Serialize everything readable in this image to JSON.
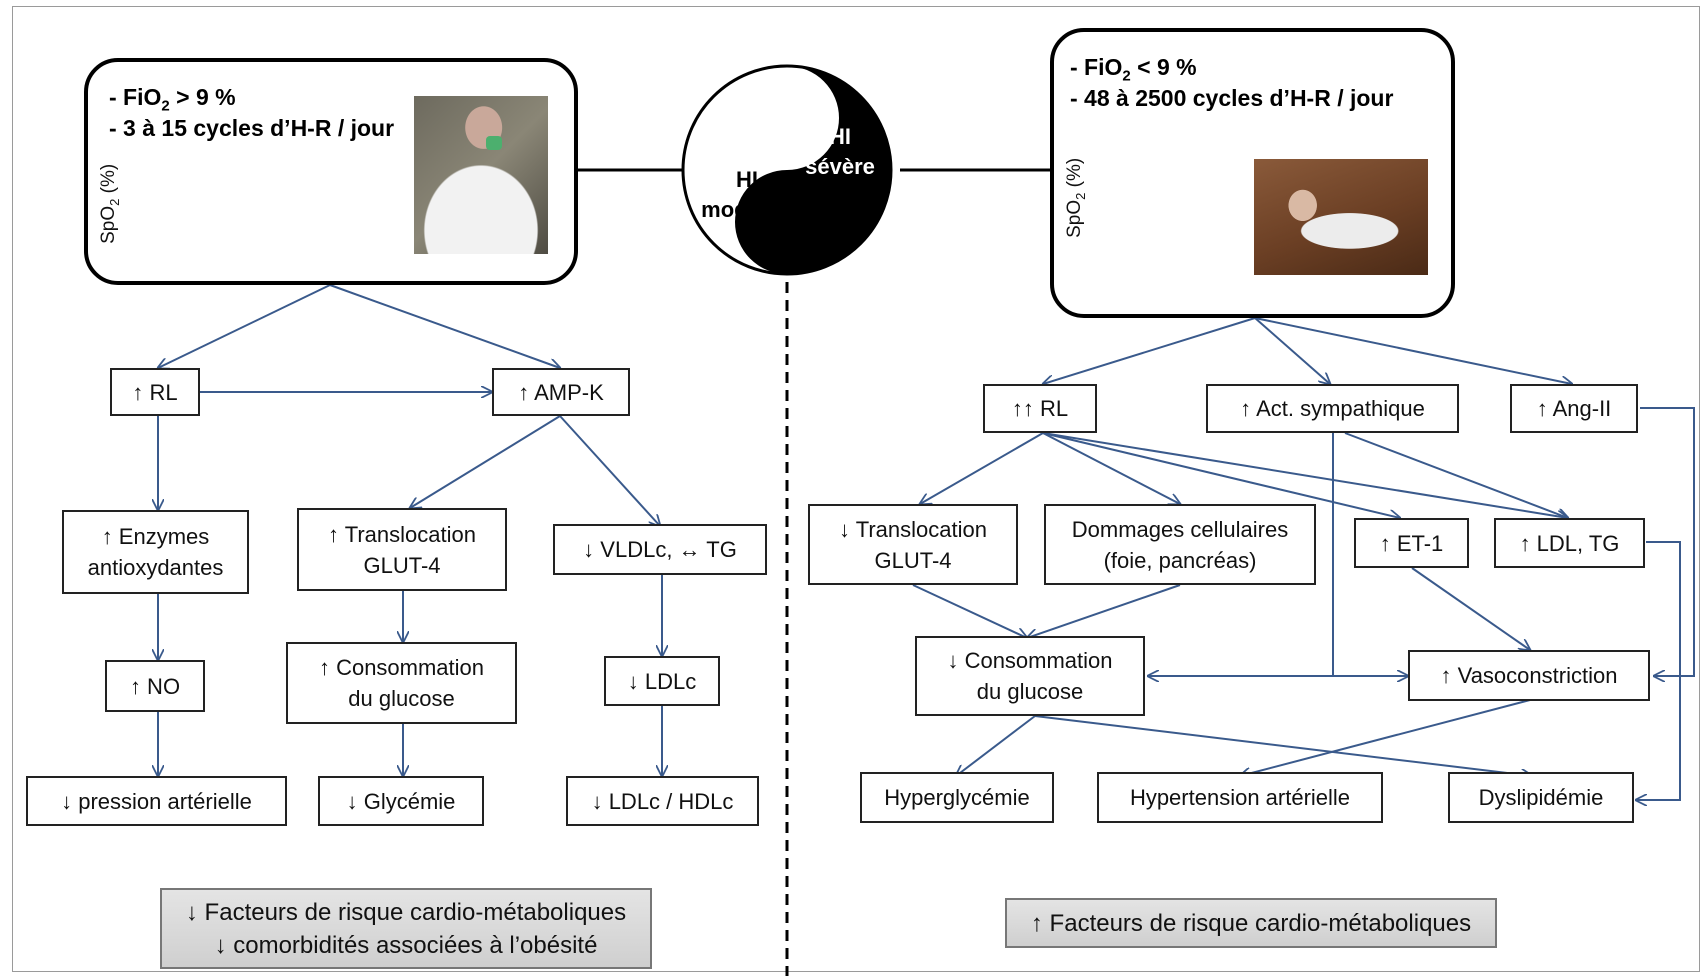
{
  "left_header": {
    "line1": "- FiO",
    "line1_sub": "2",
    "line1_rest": " > 9 %",
    "line2": "- 3 à 15 cycles d’H-R / jour",
    "ylabel": "SpO",
    "ylabel_sub": "2",
    "ylabel_rest": " (%)"
  },
  "right_header": {
    "line1": "- FiO",
    "line1_sub": "2",
    "line1_rest": " < 9 %",
    "line2": "- 48 à 2500 cycles d’H-R / jour",
    "ylabel": "SpO",
    "ylabel_sub": "2",
    "ylabel_rest": " (%)"
  },
  "yinyang": {
    "left_label": "HI\nmodérée",
    "right_label": "HI\nsévère"
  },
  "left_nodes": {
    "rl": "↑ RL",
    "ampk": "↑ AMP-K",
    "enzymes": "↑ Enzymes\nantioxydantes",
    "translocation": "↑ Translocation\nGLUT-4",
    "vldlc": "↓ VLDLc, ↔ TG",
    "no": "↑ NO",
    "consommation": "↑ Consommation\ndu glucose",
    "ldlc": "↓ LDLc",
    "pression": "↓ pression artérielle",
    "glycemie": "↓ Glycémie",
    "ratio": "↓ LDLc / HDLc",
    "summary": "↓ Facteurs de risque cardio-métaboliques\n↓ comorbidités associées à l’obésité"
  },
  "right_nodes": {
    "rl": "↑↑ RL",
    "act": "↑ Act. sympathique",
    "ang": "↑ Ang-II",
    "translocation": "↓ Translocation\nGLUT-4",
    "dommages": "Dommages cellulaires\n(foie, pancréas)",
    "et1": "↑ ET-1",
    "ldltg": "↑ LDL, TG",
    "consommation": "↓ Consommation\ndu glucose",
    "vasoconstriction": "↑ Vasoconstriction",
    "hyperglycemie": "Hyperglycémie",
    "hypertension": "Hypertension artérielle",
    "dyslipidemie": "Dyslipidémie",
    "summary": "↑ Facteurs de risque cardio-métaboliques"
  },
  "colors": {
    "arrow": "#3a5a8c",
    "box_border": "#222222",
    "summary_fill": "#d8d8d8",
    "yang": "#000000",
    "yin": "#ffffff"
  }
}
